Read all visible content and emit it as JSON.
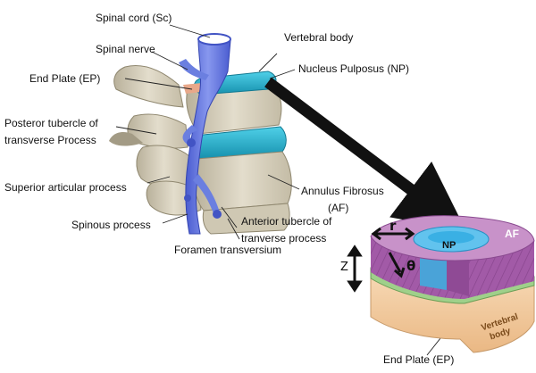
{
  "labels": {
    "spinal_cord": "Spinal cord (Sc)",
    "spinal_nerve": "Spinal nerve",
    "vertebral_body": "Vertebral body",
    "nucleus_pulposus": "Nucleus Pulposus (NP)",
    "end_plate_top": "End Plate (EP)",
    "posterior_tubercle_line1": "Posteror tubercle of",
    "posterior_tubercle_line2": "transverse Process",
    "superior_articular": "Superior articular  process",
    "annulus_line1": "Annulus Fibrosus",
    "annulus_line2": "(AF)",
    "spinous_process": "Spinous process",
    "anterior_tubercle_line1": "Anterior tubercle of",
    "anterior_tubercle_line2": "tranverse process",
    "foramen": "Foramen transversium",
    "end_plate_bottom": "End Plate (EP)"
  },
  "disc_model": {
    "np_label": "NP",
    "af_label": "AF",
    "vertebral_label_line1": "Vertebral",
    "vertebral_label_line2": "body",
    "r_symbol": "r",
    "theta_symbol": "θ",
    "z_symbol": "Z"
  },
  "colors": {
    "bone": "#d9d3c1",
    "bone_shadow": "#b8b09a",
    "nerve": "#6b7fe0",
    "nerve_dark": "#4254c4",
    "disc_teal": "#2bb4cf",
    "annulus_purple": "#a25aa7",
    "annulus_light": "#c892c9",
    "nucleus_blue": "#2fb2e6",
    "endplate_green": "#93c47d",
    "vertebral_tan": "#f3c89a",
    "arrow": "#111111"
  }
}
